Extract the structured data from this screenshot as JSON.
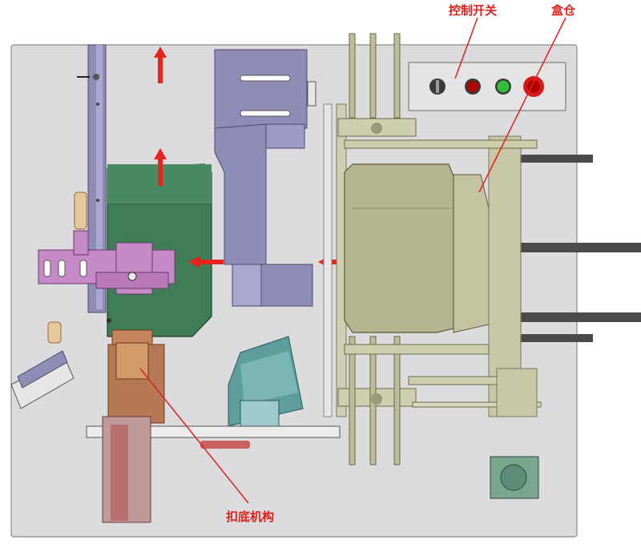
{
  "labels": {
    "control_switch": "控制开关",
    "box_bin": "盒仓",
    "bottom_buckle": "扣底机构"
  },
  "colors": {
    "label_red": "#e0201c",
    "arrow_red": "#e8241d",
    "plate": "#dcdcde",
    "purple": "#8d8db8",
    "green": "#3f7d57",
    "olive": "#b5b592",
    "teal": "#5d9d9c",
    "copper": "#c6855a",
    "magenta": "#c68ac8"
  },
  "icons": [
    "arrow-up-icon",
    "arrow-left-icon",
    "toggle-switch-icon",
    "red-button-icon",
    "green-button-icon",
    "emergency-stop-icon"
  ]
}
